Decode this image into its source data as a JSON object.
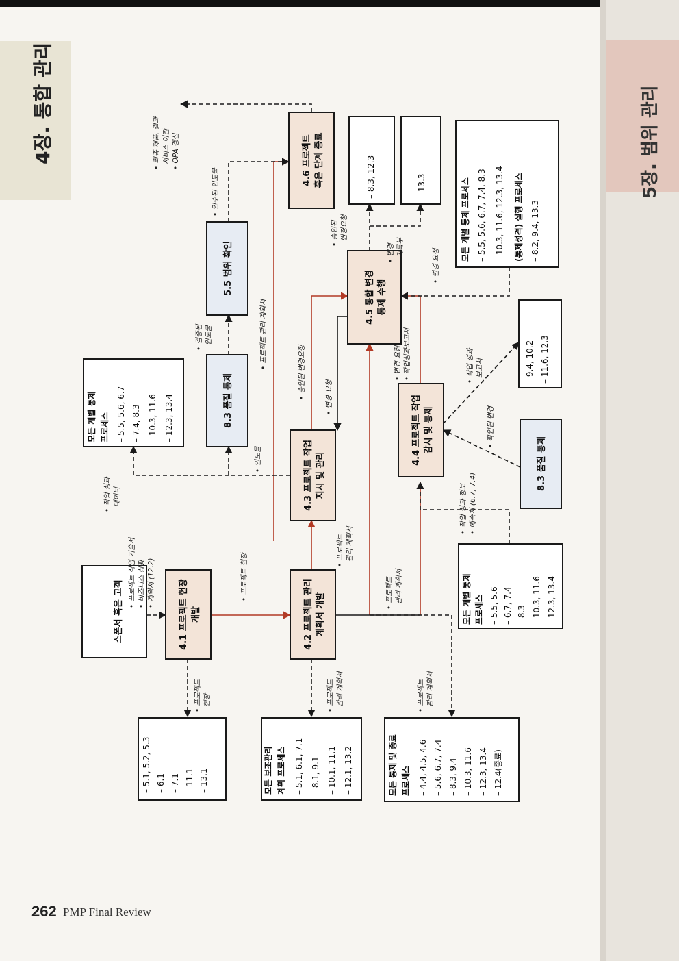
{
  "page": {
    "number": "262",
    "book_title": "PMP Final Review",
    "chapter_title": "4장. 통합 관리",
    "edge_chapter": "5장. 범위 관리"
  },
  "colors": {
    "process_orange": "#f3e4d8",
    "process_blue": "#e7ecf3",
    "flow_red": "#b23a25",
    "border": "#1a1a1a"
  },
  "processes": {
    "p41": [
      "4.1 프로젝트 헌장",
      "개발"
    ],
    "p42": [
      "4.2 프로젝트 관리",
      "계획서 개발"
    ],
    "p43": [
      "4.3 프로젝트 작업",
      "지시 및 관리"
    ],
    "p44": [
      "4.4 프로젝트 작업",
      "감시 및 통제"
    ],
    "p45": [
      "4.5 통합 변경",
      "통제 수행"
    ],
    "p46": [
      "4.6 프로젝트",
      "혹은 단계 종료"
    ],
    "p55": [
      "5.5 범위 확인"
    ],
    "p83a": [
      "8.3 품질 통제"
    ],
    "p83b": [
      "8.3 품질 통제"
    ],
    "sponsor": [
      "스폰서 혹은 고객"
    ]
  },
  "boxes": {
    "b_init": [
      "– 5.1, 5.2, 5.3",
      "– 6.1",
      "– 7.1",
      "– 11.1",
      "– 13.1"
    ],
    "b_plan": [
      "모든 보조관리",
      "계획 프로세스",
      "– 5.1, 6.1, 7.1",
      "– 8.1, 9.1",
      "– 10.1, 11.1",
      "– 12.1, 13.2"
    ],
    "b_close": [
      "모든 통제 및 종료",
      "프로세스",
      "– 4.4, 4.5, 4.6",
      "– 5.6, 6.7, 7.4",
      "– 8.3, 9.4",
      "– 10.3, 11.6",
      "– 12.3, 13.4",
      "– 12.4(종료)"
    ],
    "b_ctrl_a": [
      "모든 개별 통제",
      "프로세스",
      "– 5.5, 5.6, 6.7",
      "– 7.4, 8.3",
      "– 10.3, 11.6",
      "– 12.3, 13.4"
    ],
    "b_ctrl_b": [
      "모든 개별 통제",
      "프로세스",
      "– 5.5, 5.6",
      "– 6.7, 7.4",
      "– 8.3",
      "– 10.3, 11.6",
      "– 12.3, 13.4"
    ],
    "b_ctrl_c": [
      "모든 개별 통제 프로세스",
      "– 5.5, 5.6, 6.7, 7.4, 8.3",
      "– 10.3, 11.6, 12.3, 13.4",
      "(통제성격) 실행 프로세스",
      "– 8.2, 9.4, 13.3"
    ],
    "b_perf": [
      "– 9.4, 10.2",
      "– 11.6, 12.3"
    ],
    "b_chg1": [
      "– 8.3, 12.3"
    ],
    "b_chg2": [
      "– 13.3"
    ]
  },
  "labels": {
    "l_sponsor_out": [
      "• 프로젝트 작업 기술서",
      "• 비즈니스 상황",
      "• 계약서 (12.2)"
    ],
    "l_charter_a": [
      "• 프로젝트 헌장"
    ],
    "l_charter_b": [
      "• 프로젝트",
      "헌장"
    ],
    "l_pmp_a": [
      "• 프로젝트",
      "관리 계획서"
    ],
    "l_pmp_b": [
      "• 프로젝트",
      "관리 계획서"
    ],
    "l_pmp_c": [
      "• 프로젝트",
      "관리 계획서"
    ],
    "l_pmp_d": [
      "• 프로젝트",
      "관리 계획서"
    ],
    "l_pmp_long": [
      "• 프로젝트 관리 계획서"
    ],
    "l_wpd": [
      "• 작업 성과",
      "데이터"
    ],
    "l_deliv": [
      "• 인도물"
    ],
    "l_verified": [
      "• 검증된",
      "인도물"
    ],
    "l_accepted": [
      "• 인수된 인도물"
    ],
    "l_final": [
      "• 최종 제품, 결과",
      "서비스 이관",
      "• OPA 갱신"
    ],
    "l_appr_cr": [
      "• 승인된 변경요청"
    ],
    "l_cr": [
      "• 변경 요청"
    ],
    "l_wpi": [
      "• 작업 성과 정보",
      "• 예측치 (6.7, 7.4)"
    ],
    "l_appr_chg": [
      "• 확인된 변경"
    ],
    "l_wpr": [
      "• 작업 성과",
      "보고서"
    ],
    "l_cr_wpr": [
      "• 변경 요청",
      "• 작업성과보고서"
    ],
    "l_appr_cr2": [
      "• 승인된",
      "변경요청"
    ],
    "l_chglog": [
      "• 변경",
      "기록부"
    ],
    "l_cr3": [
      "• 변경 요청"
    ]
  }
}
